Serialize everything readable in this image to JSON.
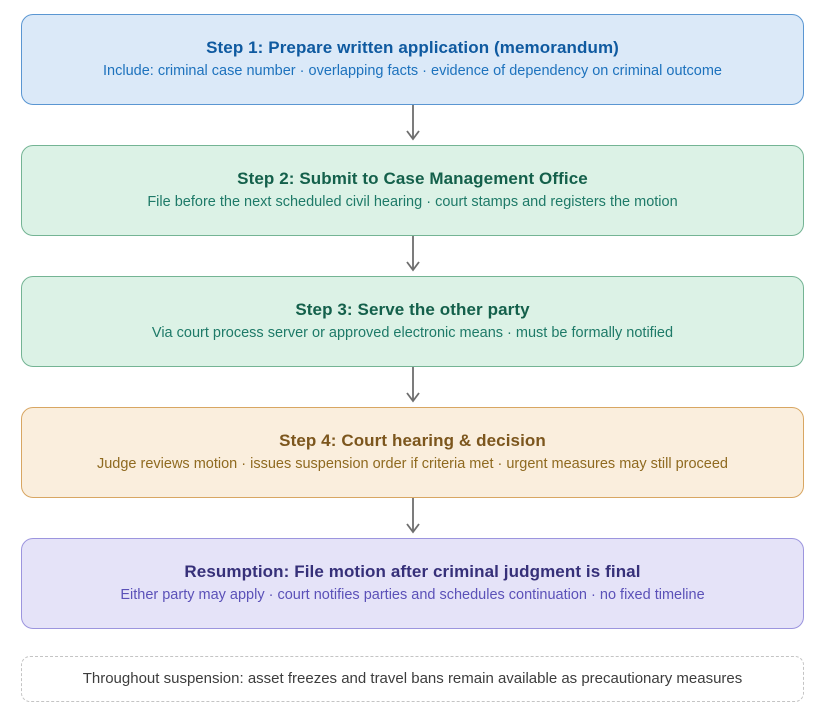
{
  "flowchart": {
    "steps": [
      {
        "title": "Step 1: Prepare written application (memorandum)",
        "subtitle": "Include: criminal case number · overlapping facts · evidence of dependency on criminal outcome",
        "theme": "blue"
      },
      {
        "title": "Step 2: Submit to Case Management Office",
        "subtitle": "File before the next scheduled civil hearing · court stamps and registers the motion",
        "theme": "green"
      },
      {
        "title": "Step 3: Serve the other party",
        "subtitle": "Via court process server or approved electronic means · must be formally notified",
        "theme": "green"
      },
      {
        "title": "Step 4: Court hearing & decision",
        "subtitle": "Judge reviews motion · issues suspension order if criteria met · urgent measures may still proceed",
        "theme": "orange"
      },
      {
        "title": "Resumption: File motion after criminal judgment is final",
        "subtitle": "Either party may apply · court notifies parties and schedules continuation · no fixed timeline",
        "theme": "purple"
      }
    ],
    "footnote": "Throughout suspension: asset freezes and travel bans remain available as precautionary measures"
  },
  "colors": {
    "blue": {
      "bg": "#dbe9f8",
      "border": "#5a96d2",
      "title": "#0f5aa0",
      "subtitle": "#1d72bd"
    },
    "green": {
      "bg": "#dcf2e6",
      "border": "#74b494",
      "title": "#14604b",
      "subtitle": "#1e7a68"
    },
    "orange": {
      "bg": "#faeedd",
      "border": "#d8a662",
      "title": "#7c561d",
      "subtitle": "#8f6a20"
    },
    "purple": {
      "bg": "#e5e3f8",
      "border": "#9c95de",
      "title": "#363079",
      "subtitle": "#5b51b8"
    },
    "arrow": "#6e6e6e",
    "note": {
      "border": "#c4c4c4",
      "text": "#3d3d3d"
    }
  }
}
